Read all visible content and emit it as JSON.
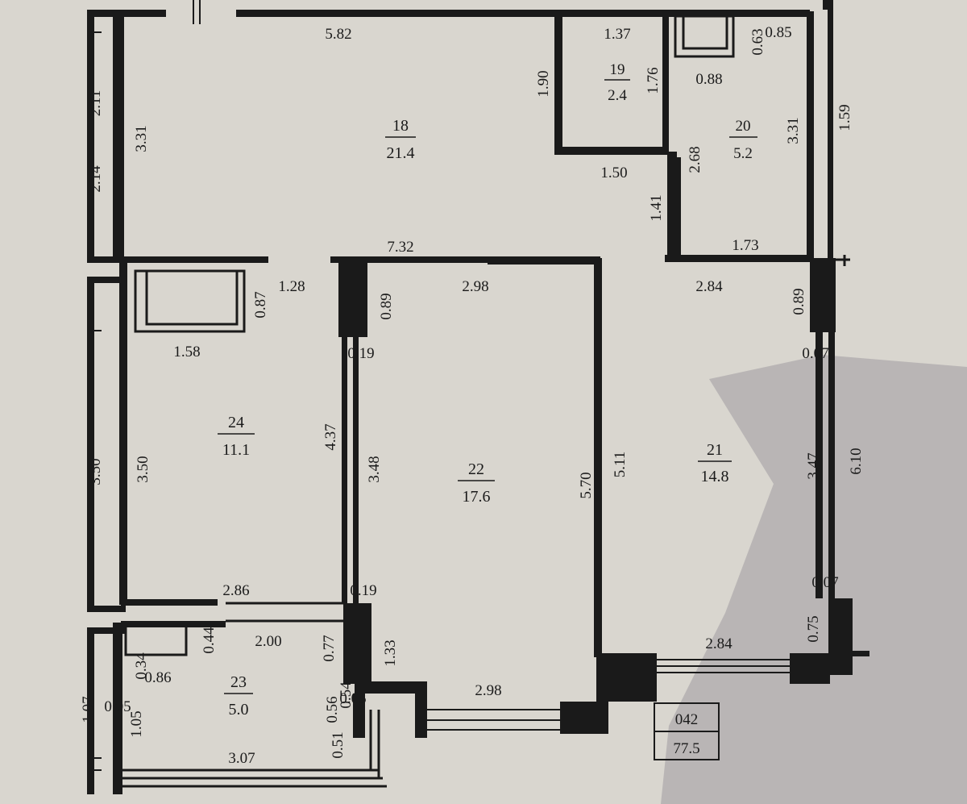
{
  "rooms": [
    {
      "id": "18",
      "area": "21.4"
    },
    {
      "id": "19",
      "area": "2.4"
    },
    {
      "id": "20",
      "area": "5.2"
    },
    {
      "id": "21",
      "area": "14.8"
    },
    {
      "id": "22",
      "area": "17.6"
    },
    {
      "id": "23",
      "area": "5.0"
    },
    {
      "id": "24",
      "area": "11.1"
    }
  ],
  "dimensions": {
    "d_5_82": "5.82",
    "d_1_37": "1.37",
    "d_0_63": "0.63",
    "d_0_85": "0.85",
    "d_3_31_left": "3.31",
    "d_1_90": "1.90",
    "d_1_76": "1.76",
    "d_0_88": "0.88",
    "d_3_31_right": "3.31",
    "d_2_68": "2.68",
    "d_1_50": "1.50",
    "d_1_41": "1.41",
    "d_7_32": "7.32",
    "d_1_73": "1.73",
    "d_2_14": "2.14",
    "d_2_11": "2.11",
    "d_1_59": "1.59",
    "d_0_87": "0.87",
    "d_1_28": "1.28",
    "d_0_89_mid": "0.89",
    "d_2_98_top": "2.98",
    "d_2_84_top": "2.84",
    "d_0_89_right": "0.89",
    "d_1_58": "1.58",
    "d_0_19_top": "0.19",
    "d_0_07_top": "0.07",
    "d_3_50_outer": "3.50",
    "d_3_50_inner": "3.50",
    "d_4_37": "4.37",
    "d_3_48": "3.48",
    "d_5_70": "5.70",
    "d_5_11": "5.11",
    "d_3_47": "3.47",
    "d_6_10": "6.10",
    "d_0_07_bottom": "0.07",
    "d_2_86": "2.86",
    "d_0_19_bottom": "0.19",
    "d_0_44": "0.44",
    "d_2_00": "2.00",
    "d_0_77": "0.77",
    "d_1_33": "1.33",
    "d_0_75": "0.75",
    "d_2_84_bottom": "2.84",
    "d_0_86": "0.86",
    "d_0_34": "0.34",
    "d_1_07": "1.07",
    "d_0_05_left": "0.05",
    "d_0_05_mid": "0.05",
    "d_0_56": "0.56",
    "d_1_05": "1.05",
    "d_0_54": "0.54",
    "d_0_51": "0.51",
    "d_2_98_bottom": "2.98",
    "d_3_07": "3.07"
  },
  "stamp": {
    "code": "042",
    "total": "77.5"
  }
}
